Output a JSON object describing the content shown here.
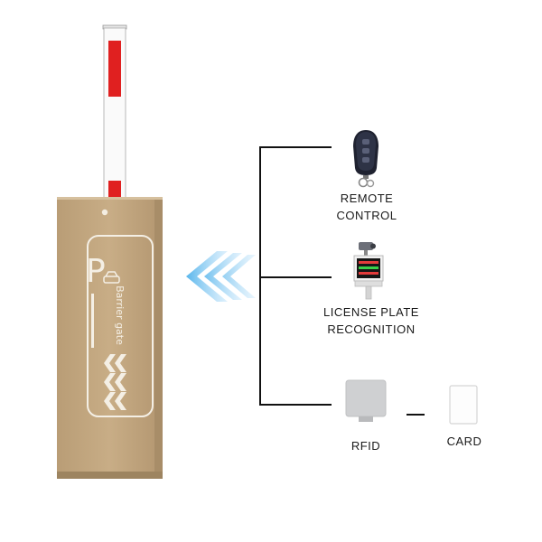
{
  "gate": {
    "parking_symbol": "P",
    "panel_text": "Barrier gate",
    "body_color": "#c6aa82",
    "boom_stripe_color": "#e02020"
  },
  "access_methods": [
    {
      "id": "remote",
      "line1": "REMOTE",
      "line2": "CONTROL",
      "icon": "car-key-fob-icon"
    },
    {
      "id": "lpr",
      "line1": "LICENSE PLATE",
      "line2": "RECOGNITION",
      "icon": "lpr-camera-display-icon"
    },
    {
      "id": "rfid",
      "line1": "RFID",
      "icon": "rfid-reader-icon"
    },
    {
      "id": "card",
      "line1": "CARD",
      "icon": "card-icon"
    }
  ],
  "colors": {
    "signal_arrows": "#59b6ec",
    "connector": "#111111"
  }
}
